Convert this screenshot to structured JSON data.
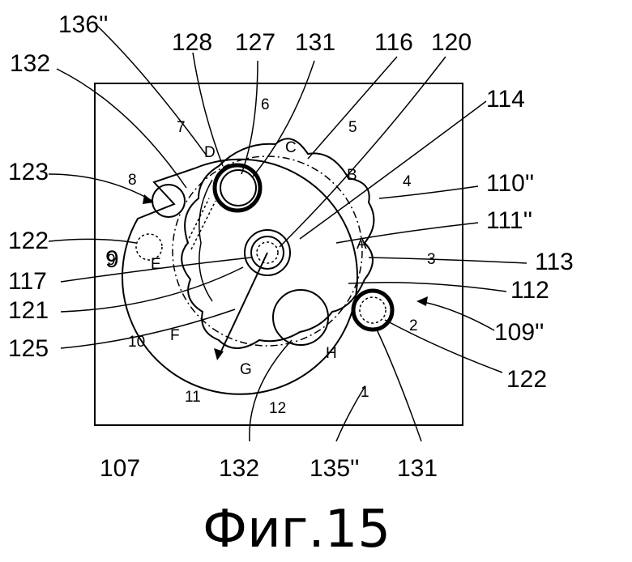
{
  "ref_labels": [
    "136''",
    "132",
    "128",
    "127",
    "131",
    "116",
    "120",
    "114",
    "123",
    "110''",
    "122",
    "111''",
    "9",
    "113",
    "117",
    "112",
    "121",
    "109''",
    "125",
    "122",
    "107",
    "132",
    "135''",
    "131"
  ],
  "sector_numbers": [
    "1",
    "2",
    "3",
    "4",
    "5",
    "6",
    "7",
    "8",
    "9",
    "10",
    "11",
    "12"
  ],
  "position_letters": [
    "A",
    "B",
    "C",
    "D",
    "E",
    "F",
    "G",
    "H"
  ],
  "caption": "Фиг.15"
}
